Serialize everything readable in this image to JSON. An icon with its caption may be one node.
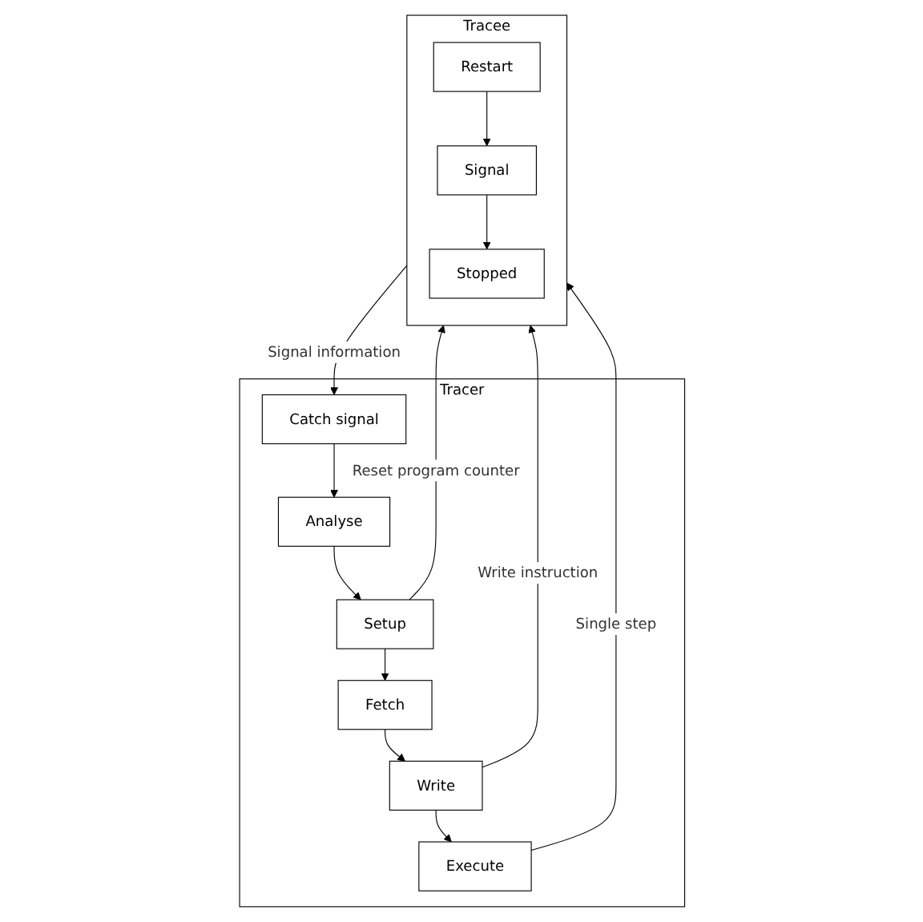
{
  "diagram": {
    "nodes": [
      {
        "text": [
          "Tracer"
        ]
      },
      {
        "text": [
          "Setup"
        ],
        "in": 0
      },
      {
        "text": [
          "Fetch"
        ],
        "in": 0
      },
      {
        "text": [
          "Write"
        ],
        "in": 0
      },
      {
        "text": [
          "Execute"
        ],
        "in": 0
      },
      {
        "text": [
          "Catch signal"
        ],
        "in": 0
      },
      {
        "text": [
          "Analyse"
        ],
        "in": 0
      },
      {
        "text": [
          "Tracee"
        ]
      },
      {
        "text": [
          "Restart"
        ],
        "in": 7
      },
      {
        "text": [
          "Signal"
        ],
        "in": 7
      },
      {
        "text": [
          "Stopped"
        ],
        "in": 7
      }
    ],
    "edges": [
      {
        "from": 6,
        "to": 1,
        "arrow": "to"
      },
      {
        "from": 1,
        "to": 2,
        "arrow": "to"
      },
      {
        "from": 2,
        "to": 3,
        "arrow": "to"
      },
      {
        "from": 3,
        "to": 4,
        "arrow": "to"
      },
      {
        "from": 5,
        "to": 6,
        "arrow": "to"
      },
      {
        "from": 1,
        "to": 7,
        "arrow": "to",
        "label": "Reset program counter"
      },
      {
        "from": 3,
        "to": 7,
        "arrow": "to",
        "label": "Write instruction"
      },
      {
        "from": 4,
        "to": 7,
        "arrow": "to",
        "label": "Single step"
      },
      {
        "from": 7,
        "to": 5,
        "arrow": "to",
        "label": "Signal information"
      },
      {
        "from": 8,
        "to": 9,
        "arrow": "to"
      },
      {
        "from": 9,
        "to": 10,
        "arrow": "to"
      }
    ]
  }
}
